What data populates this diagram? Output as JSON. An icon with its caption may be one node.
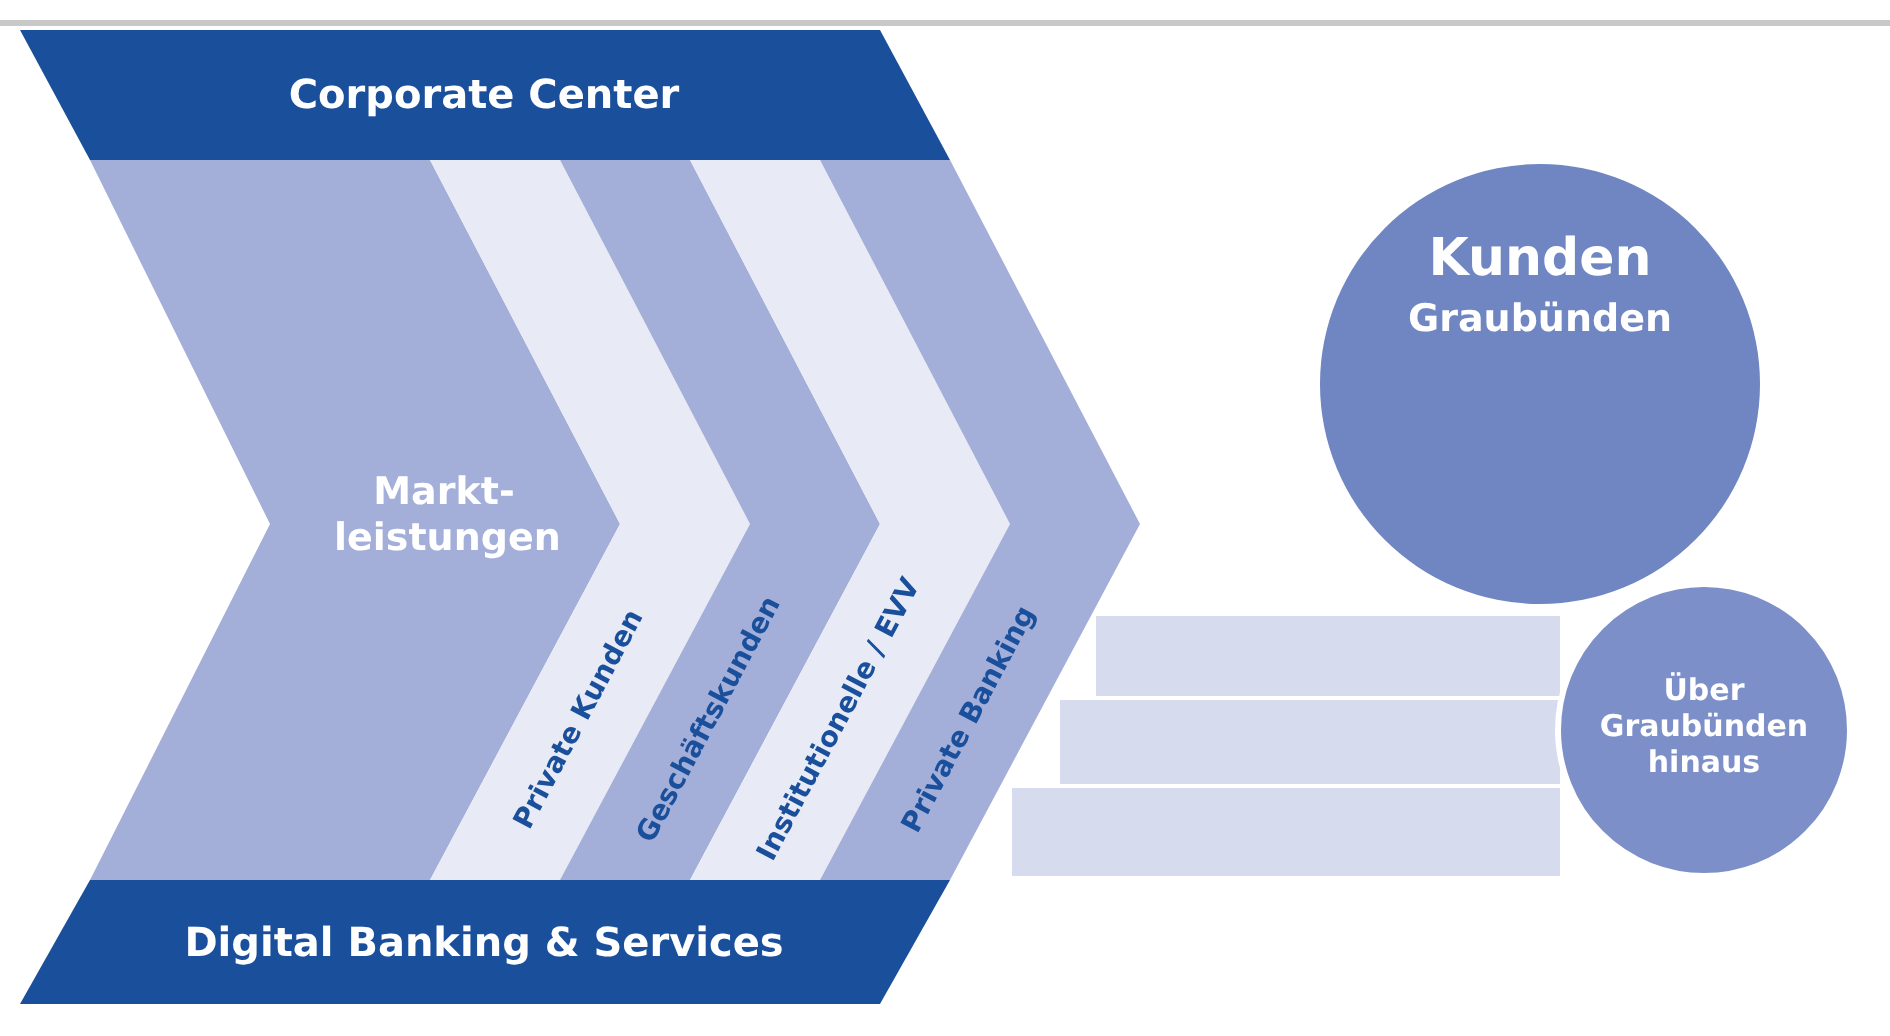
{
  "diagram": {
    "nodes": [
      {
        "text": [
          "Corporate Center"
        ]
      },
      {
        "text": [
          "Markt- leistungen"
        ]
      },
      {
        "text": [
          "Private Kunden"
        ]
      },
      {
        "text": [
          "Geschäftskunden"
        ]
      },
      {
        "text": [
          "Institutionelle / EVV"
        ]
      },
      {
        "text": [
          "Private Banking"
        ]
      },
      {
        "text": [
          "Digital Banking & Services"
        ]
      },
      {
        "text": [
          "Kunden",
          "Graubünden"
        ]
      },
      {
        "text": [],
        "shape": "bar"
      },
      {
        "text": [],
        "shape": "bar"
      },
      {
        "text": [],
        "shape": "bar"
      },
      {
        "text": [
          "Über Graubünden hinaus"
        ]
      }
    ]
  }
}
